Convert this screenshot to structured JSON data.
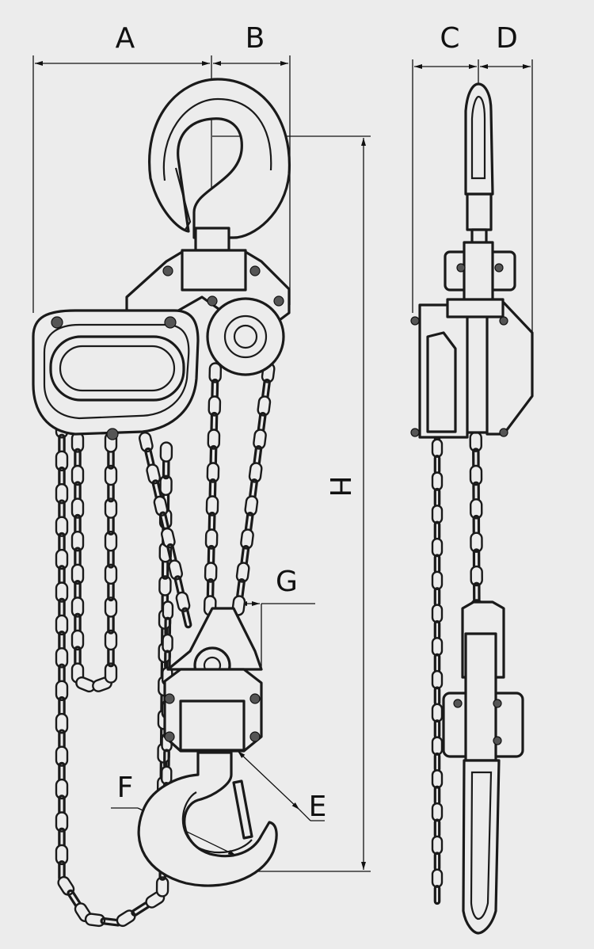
{
  "figure": {
    "dimension_labels": {
      "a": "A",
      "b": "B",
      "c": "C",
      "d": "D",
      "e": "E",
      "f": "F",
      "g": "G",
      "h": "H"
    },
    "colors": {
      "background": "#ececec",
      "line": "#1a1a1a"
    }
  }
}
